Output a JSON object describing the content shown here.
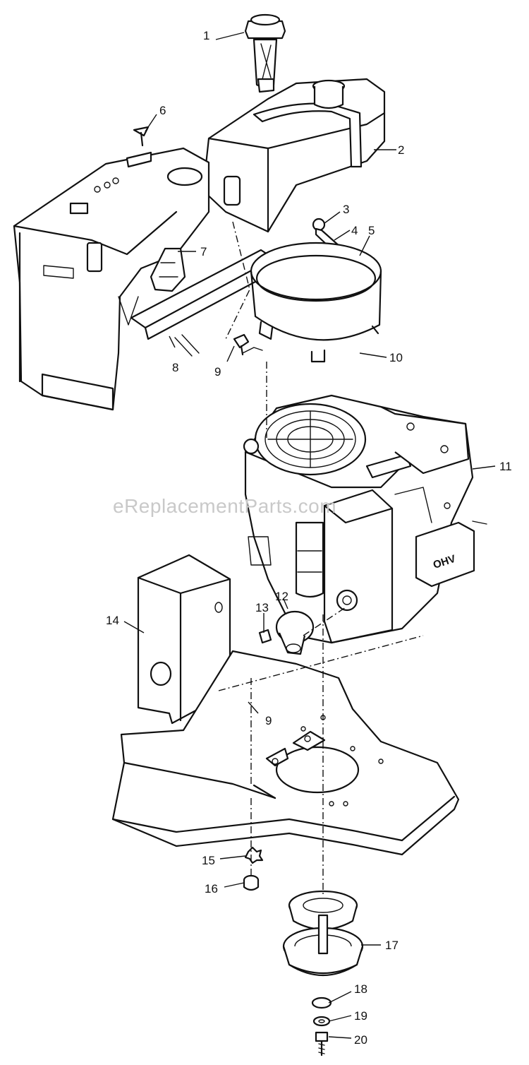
{
  "watermark": "eReplacementParts.com",
  "callouts": [
    {
      "id": "1",
      "label": "1"
    },
    {
      "id": "2",
      "label": "2"
    },
    {
      "id": "3",
      "label": "3"
    },
    {
      "id": "4",
      "label": "4"
    },
    {
      "id": "5",
      "label": "5"
    },
    {
      "id": "6",
      "label": "6"
    },
    {
      "id": "7",
      "label": "7"
    },
    {
      "id": "8",
      "label": "8"
    },
    {
      "id": "9a",
      "label": "9"
    },
    {
      "id": "10",
      "label": "10"
    },
    {
      "id": "11",
      "label": "11"
    },
    {
      "id": "12",
      "label": "12"
    },
    {
      "id": "13",
      "label": "13"
    },
    {
      "id": "14",
      "label": "14"
    },
    {
      "id": "9b",
      "label": "9"
    },
    {
      "id": "15",
      "label": "15"
    },
    {
      "id": "16",
      "label": "16"
    },
    {
      "id": "17",
      "label": "17"
    },
    {
      "id": "18",
      "label": "18"
    },
    {
      "id": "19",
      "label": "19"
    },
    {
      "id": "20",
      "label": "20"
    }
  ],
  "engine_badge": "OHV"
}
